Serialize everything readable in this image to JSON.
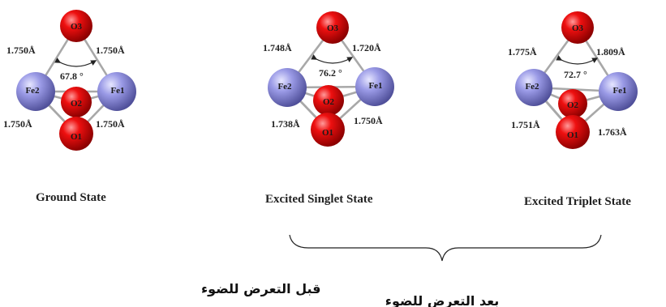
{
  "panels": [
    {
      "state_label": "Ground State",
      "atoms": {
        "o3": "O3",
        "fe2": "Fe2",
        "fe1": "Fe1",
        "o2": "O2",
        "o1": "O1"
      },
      "bonds": {
        "o3_fe2": "1.750Å",
        "o3_fe1": "1.750Å",
        "fe2_o1": "1.750Å",
        "fe1_o1": "1.750Å"
      },
      "angle": "67.8 °"
    },
    {
      "state_label": "Excited Singlet State",
      "atoms": {
        "o3": "O3",
        "fe2": "Fe2",
        "fe1": "Fe1",
        "o2": "O2",
        "o1": "O1"
      },
      "bonds": {
        "o3_fe2": "1.748Å",
        "o3_fe1": "1.720Å",
        "fe2_o1": "1.738Å",
        "fe1_o1": "1.750Å"
      },
      "angle": "76.2 °"
    },
    {
      "state_label": "Excited Triplet State",
      "atoms": {
        "o3": "O3",
        "fe2": "Fe2",
        "fe1": "Fe1",
        "o2": "O2",
        "o1": "O1"
      },
      "bonds": {
        "o3_fe2": "1.775Å",
        "o3_fe1": "1.809Å",
        "fe2_o1": "1.751Å",
        "fe1_o1": "1.763Å"
      },
      "angle": "72.7 °"
    }
  ],
  "captions": {
    "before_light": "قبل التعرض للضوء",
    "after_light": "بعد التعرض للضوء"
  },
  "colors": {
    "oxygen": "#e00000",
    "iron": "#8f8fe0",
    "bond": "#a8a8a8"
  }
}
